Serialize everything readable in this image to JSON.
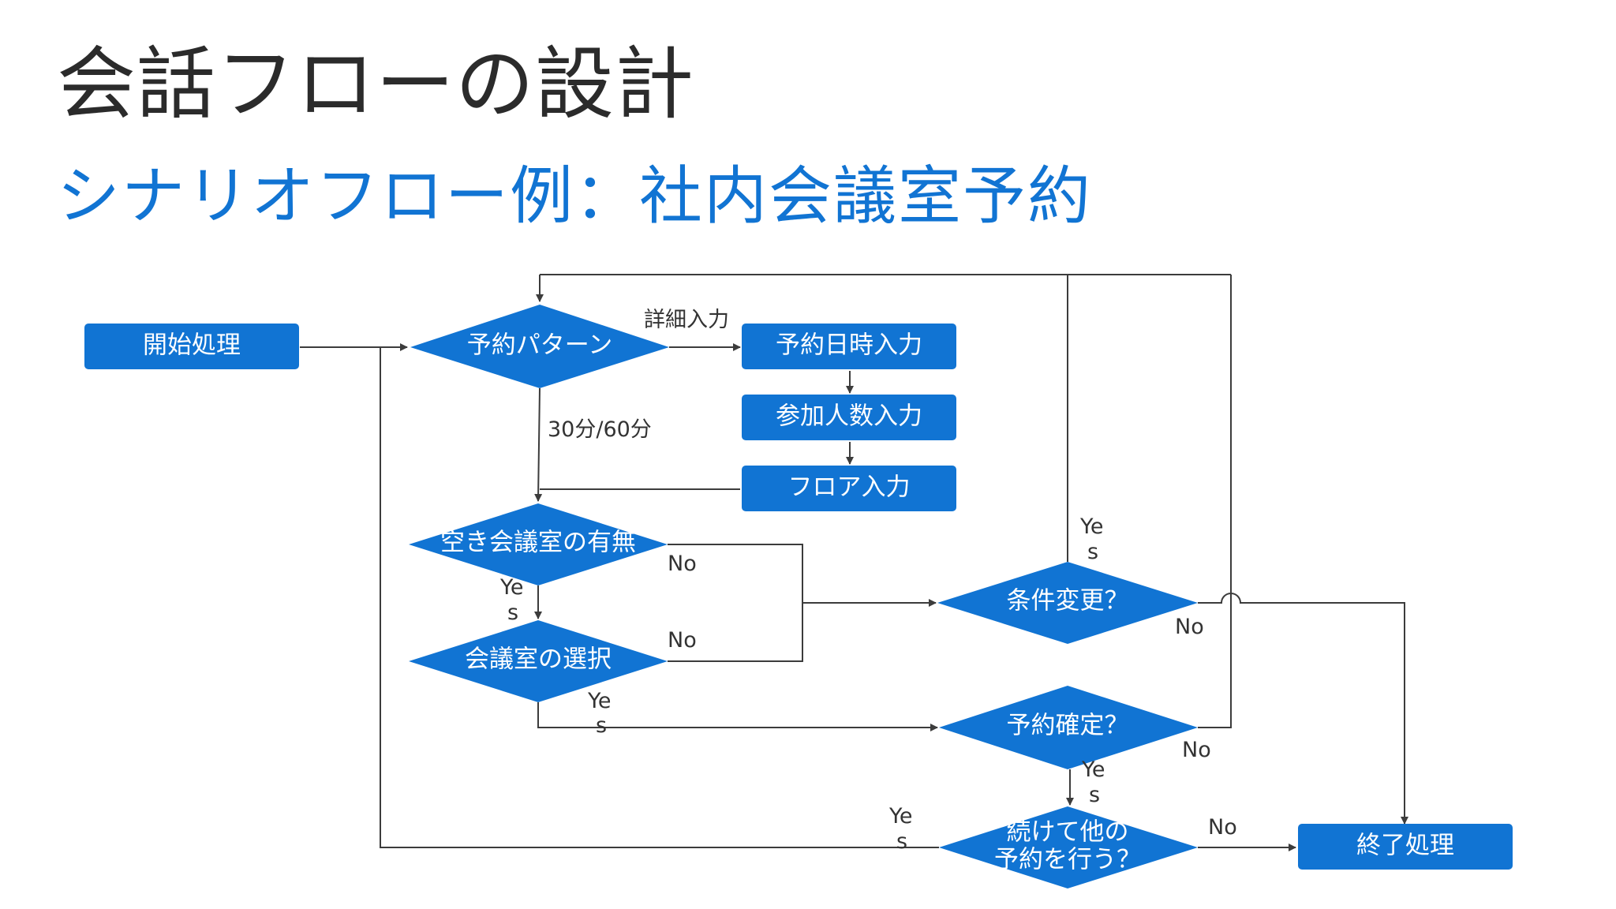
{
  "slide": {
    "title": "会話フローの設計",
    "subtitle": "シナリオフロー例：社内会議室予約"
  },
  "colors": {
    "node_fill": "#1174d3",
    "node_text": "#ffffff",
    "subtitle": "#1174d3",
    "line": "#3c3c3c"
  },
  "nodes": {
    "start": "開始処理",
    "pattern": "予約パターン",
    "datetime": "予約日時入力",
    "people": "参加人数入力",
    "floor": "フロア入力",
    "available": "空き会議室の有無",
    "select": "会議室の選択",
    "change": "条件変更？",
    "confirm": "予約確定？",
    "continue_line1": "続けて他の",
    "continue_line2": "予約を行う？",
    "end": "終了処理"
  },
  "edges": {
    "detail": "詳細入力",
    "duration": "30分/60分",
    "available_yes_1": "Ye",
    "available_yes_2": "s",
    "available_no": "No",
    "select_no": "No",
    "select_yes_1": "Ye",
    "select_yes_2": "s",
    "change_yes_1": "Ye",
    "change_yes_2": "s",
    "change_no": "No",
    "confirm_no": "No",
    "confirm_yes_1": "Ye",
    "confirm_yes_2": "s",
    "continue_yes_1": "Ye",
    "continue_yes_2": "s",
    "continue_no": "No"
  }
}
